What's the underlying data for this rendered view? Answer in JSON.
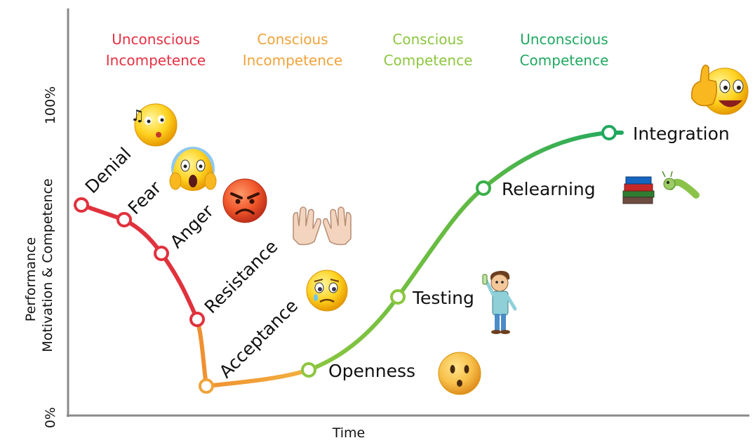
{
  "axes": {
    "y_title_line1": "Performance",
    "y_title_line2": "Motivation & Competence",
    "y_top": "100%",
    "y_bottom": "0%",
    "x_title": "Time"
  },
  "phases": [
    {
      "line1": "Unconscious",
      "line2": "Incompetence",
      "color": "#e53043"
    },
    {
      "line1": "Conscious",
      "line2": "Incompetence",
      "color": "#f0a33a"
    },
    {
      "line1": "Conscious",
      "line2": "Competence",
      "color": "#8cc63f"
    },
    {
      "line1": "Unconscious",
      "line2": "Competence",
      "color": "#20a860"
    }
  ],
  "stages": [
    {
      "label": "Denial",
      "color": "#e0323d",
      "icon": "whistling-emoji-icon"
    },
    {
      "label": "Fear",
      "color": "#e0323d",
      "icon": "screaming-emoji-icon"
    },
    {
      "label": "Anger",
      "color": "#e0323d",
      "icon": "angry-emoji-icon"
    },
    {
      "label": "Resistance",
      "color": "#e0323d",
      "icon": "raised-hands-icon"
    },
    {
      "label": "Acceptance",
      "color": "#f0a33a",
      "icon": "teary-emoji-icon"
    },
    {
      "label": "Openness",
      "color": "#8cc63f",
      "icon": "surprised-emoji-icon"
    },
    {
      "label": "Testing",
      "color": "#8cc63f",
      "icon": "scientist-icon"
    },
    {
      "label": "Relearning",
      "color": "#3aae49",
      "icon": "books-and-worm-icon"
    },
    {
      "label": "Integration",
      "color": "#20a860",
      "icon": "thumbs-up-emoji-icon"
    }
  ],
  "colors": {
    "axis": "#888888",
    "red": "#e0323d",
    "orange": "#f0a33a",
    "light_green": "#8cc63f",
    "green": "#20a860"
  }
}
